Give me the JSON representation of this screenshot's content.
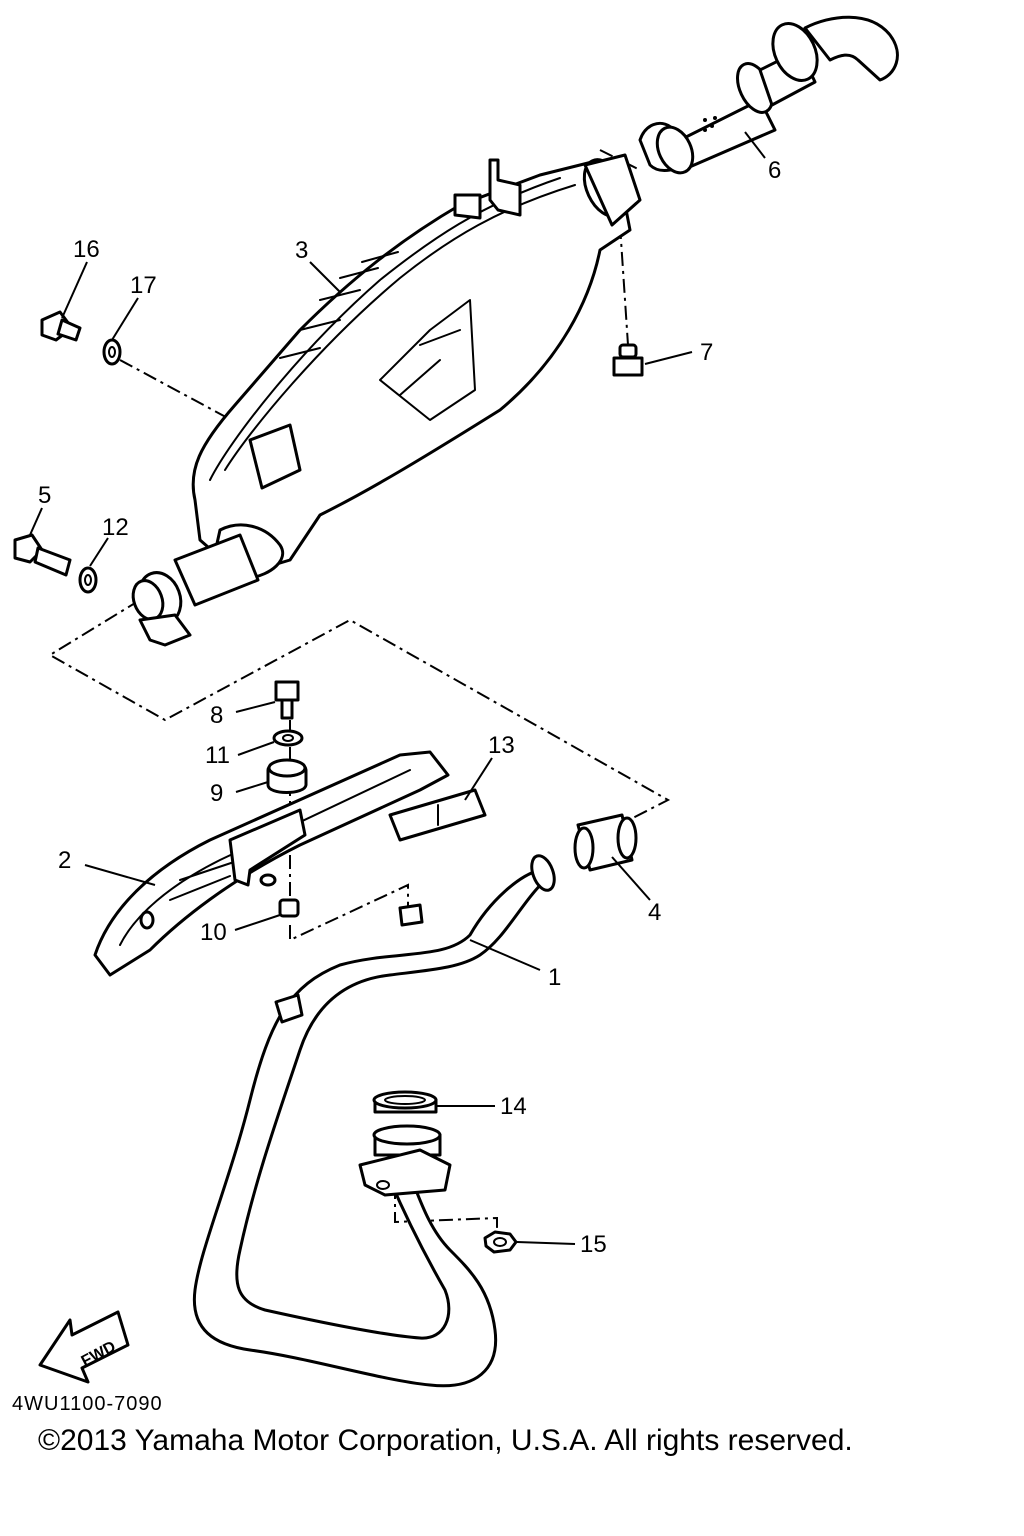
{
  "callouts": {
    "p1": "1",
    "p2": "2",
    "p3": "3",
    "p4": "4",
    "p5": "5",
    "p6": "6",
    "p7": "7",
    "p8": "8",
    "p9": "9",
    "p10": "10",
    "p11": "11",
    "p12": "12",
    "p13": "13",
    "p14": "14",
    "p15": "15",
    "p16": "16",
    "p17": "17"
  },
  "direction_label": "FWD",
  "diagram_code": "4WU1100-7090",
  "copyright": "©2013 Yamaha Motor Corporation, U.S.A. All rights reserved."
}
